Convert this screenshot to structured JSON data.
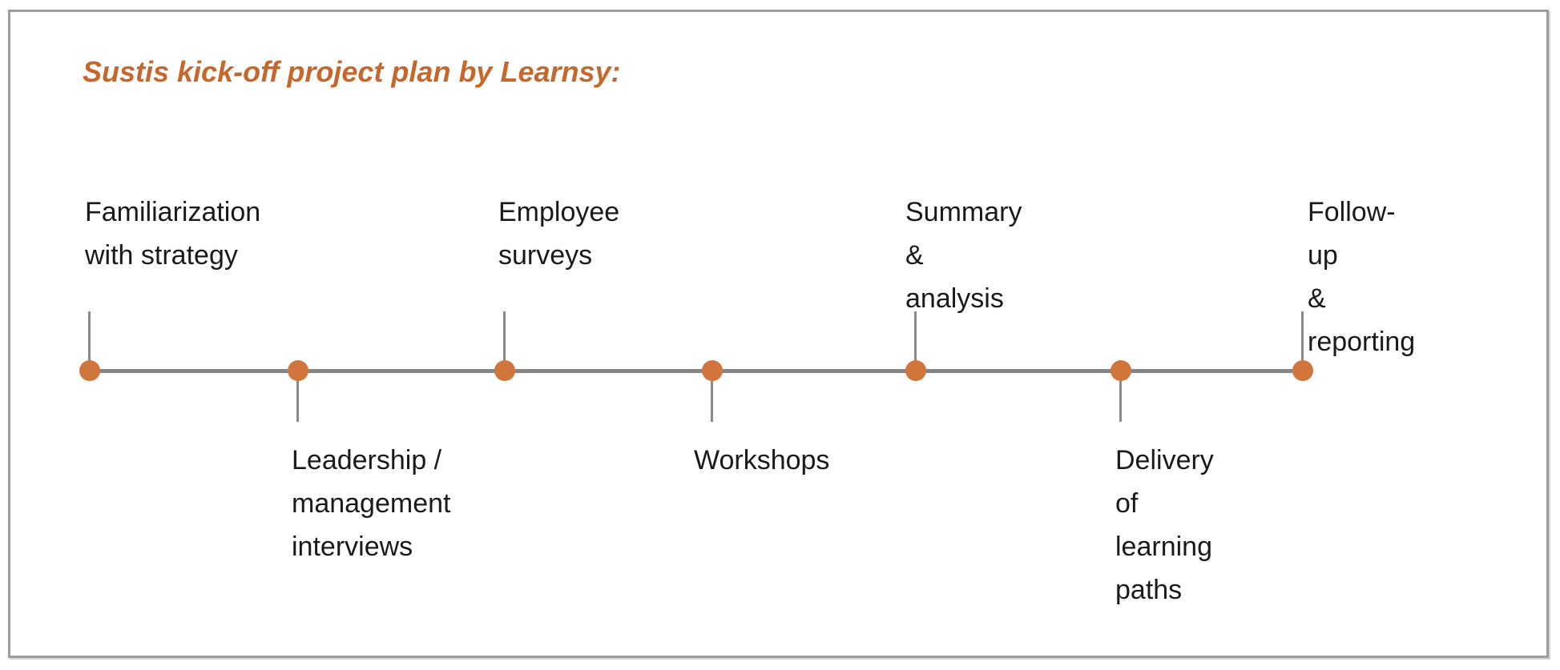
{
  "title": "Sustis kick-off project plan by Learnsy:",
  "colors": {
    "title_orange": "#C4682E",
    "dot_orange": "#D0753C",
    "line_gray": "#868686",
    "tick_gray": "#8A8A8A",
    "frame_border_gray": "#9C9C9C",
    "text": "#1A1A1A"
  },
  "timeline": {
    "milestones": [
      {
        "label": "Familiarization\nwith strategy",
        "side": "above"
      },
      {
        "label": "Leadership /\nmanagement\ninterviews",
        "side": "below"
      },
      {
        "label": "Employee\nsurveys",
        "side": "above"
      },
      {
        "label": "Workshops",
        "side": "below"
      },
      {
        "label": "Summary\n& analysis",
        "side": "above"
      },
      {
        "label": "Delivery of\nlearning paths",
        "side": "below"
      },
      {
        "label": "Follow-up\n& reporting",
        "side": "above"
      }
    ]
  }
}
